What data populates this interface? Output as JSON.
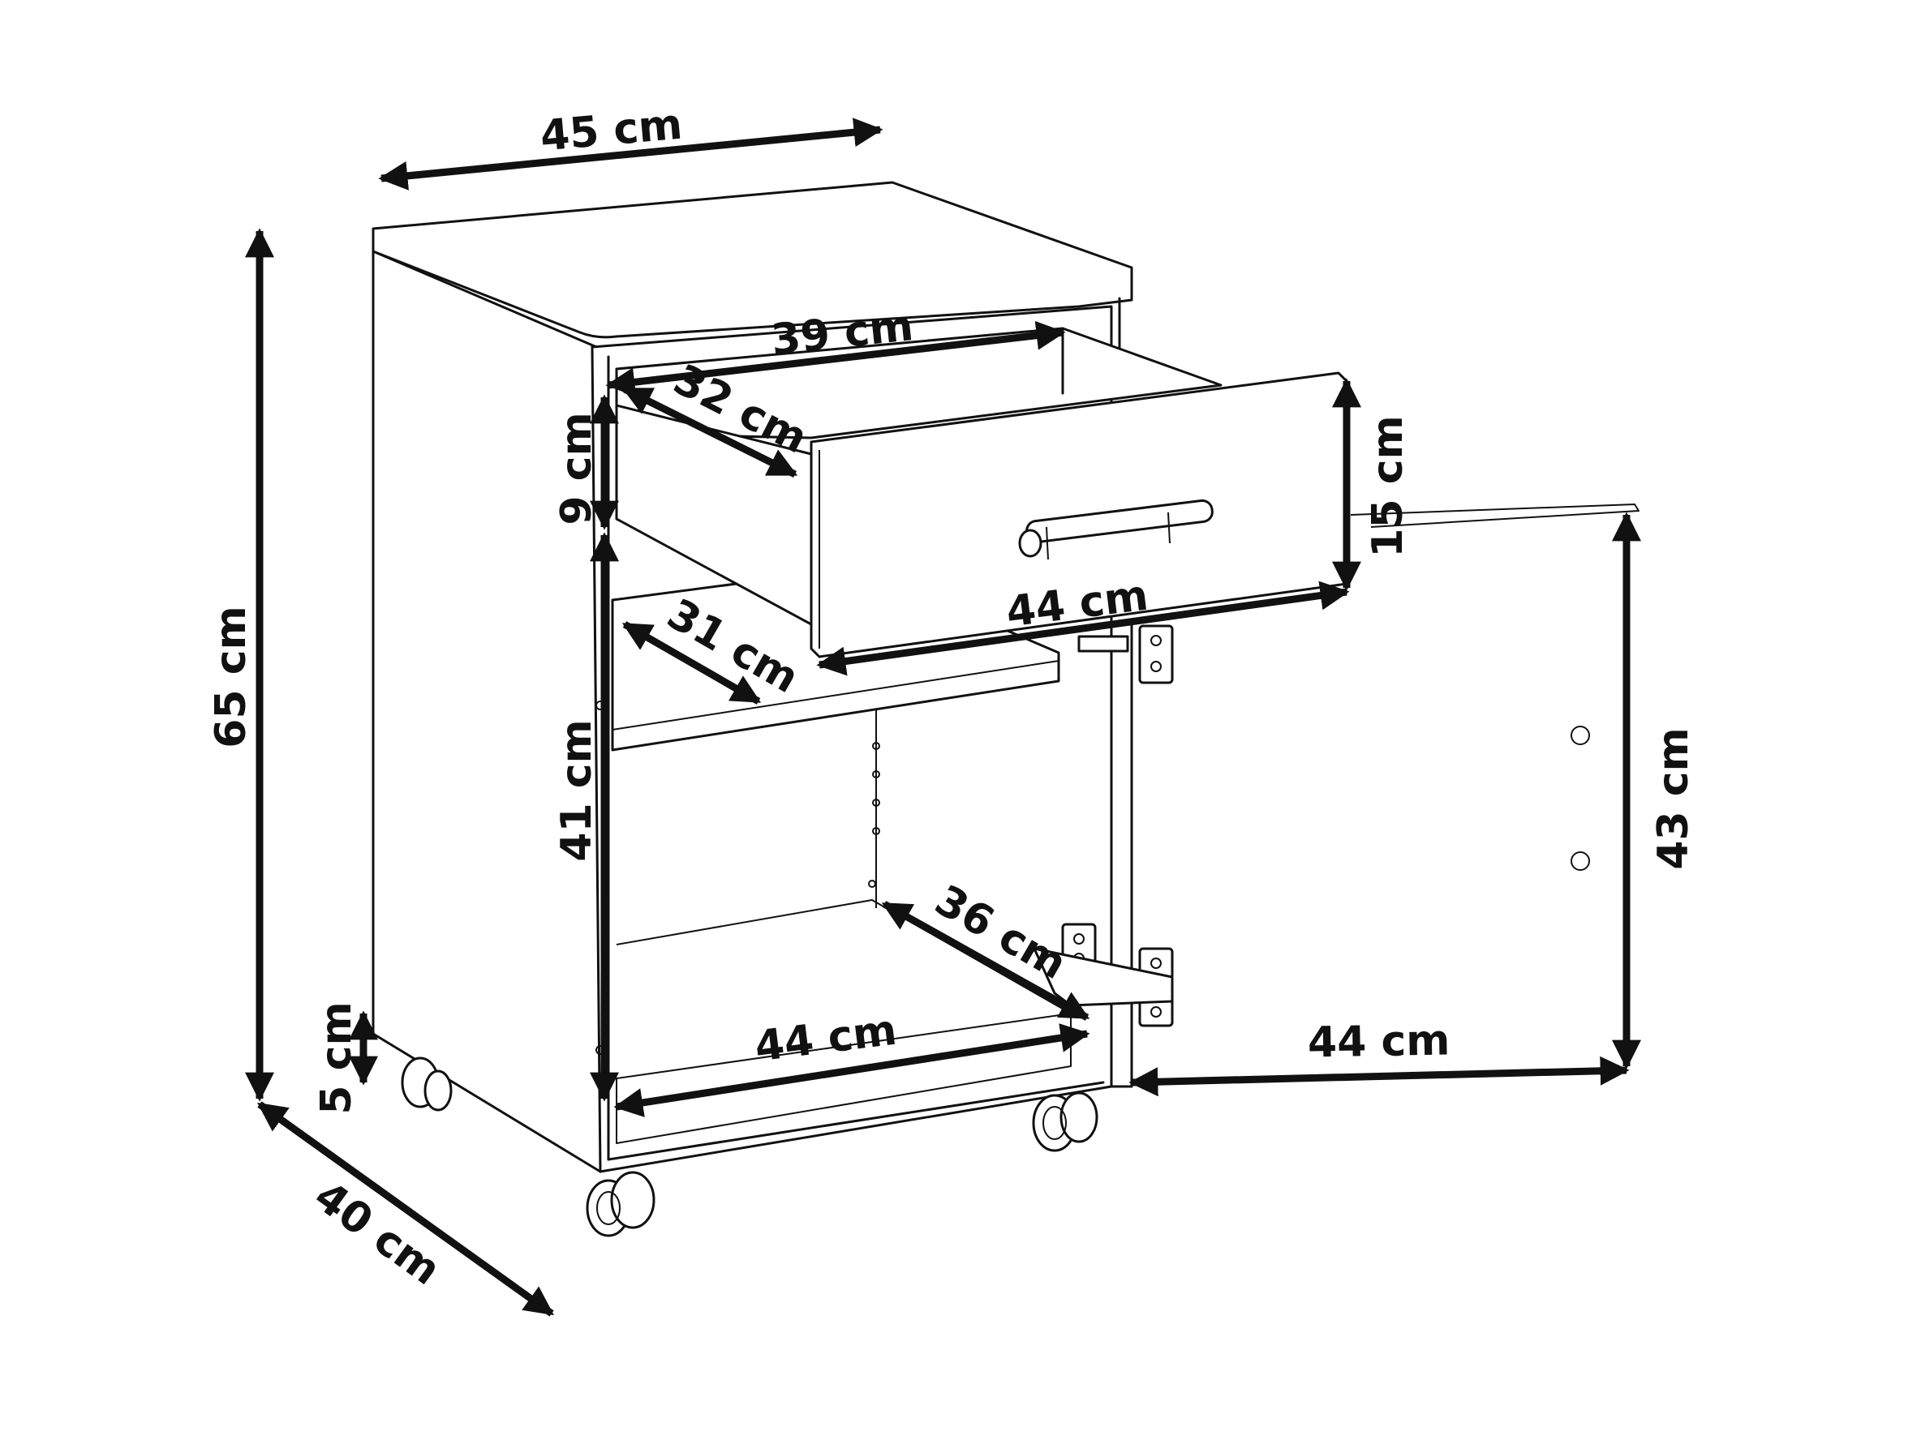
{
  "dimensions": {
    "width_top": "45 cm",
    "total_height": "65 cm",
    "depth": "40 cm",
    "drawer_inner_width": "39 cm",
    "drawer_depth": "32 cm",
    "drawer_inner_height": "9 cm",
    "drawer_front_height": "15 cm",
    "drawer_front_width": "44 cm",
    "shelf_depth": "31 cm",
    "compartment_height": "41 cm",
    "bottom_depth": "36 cm",
    "bottom_width": "44 cm",
    "caster_height": "5 cm",
    "door_width": "44 cm",
    "door_height": "43 cm"
  }
}
